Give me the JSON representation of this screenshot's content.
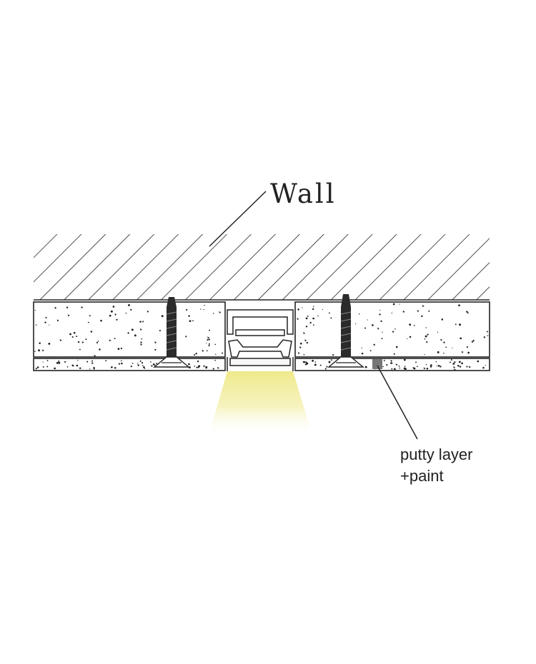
{
  "labels": {
    "wall": "Wall",
    "putty_line1": "putty layer",
    "putty_line2": "+paint"
  },
  "colors": {
    "line": "#222222",
    "light_beam": "#f2ee9a",
    "putty": "#777777",
    "screw": "#2b2b2b"
  },
  "icons": {
    "screw_left": "screw-icon",
    "screw_right": "screw-icon",
    "led_profile": "aluminium-profile-icon"
  }
}
